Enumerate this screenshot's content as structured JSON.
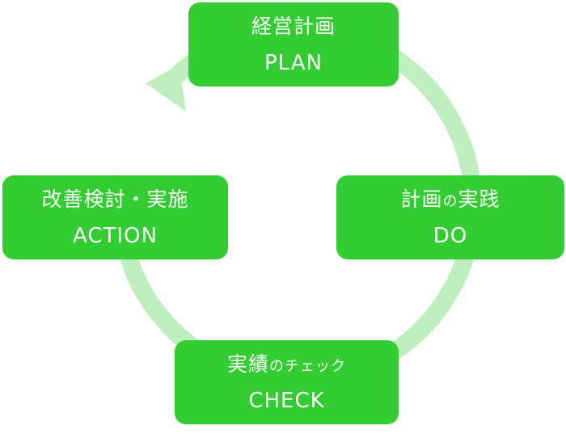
{
  "colors": {
    "box_fill": "#33cc33",
    "box_text": "#ffffff",
    "ring": "#bfeebf"
  },
  "ring_arrow_icon": "cycle-arrow-icon",
  "steps": {
    "plan": {
      "jp": "経営計画",
      "en": "PLAN"
    },
    "do": {
      "jp_main": "計画",
      "jp_small": "の",
      "jp_rest": "実践",
      "en": "DO"
    },
    "check": {
      "jp_main": "実績",
      "jp_small": "のチェック",
      "en": "CHECK"
    },
    "action": {
      "jp": "改善検討・実施",
      "en": "ACTION"
    }
  }
}
